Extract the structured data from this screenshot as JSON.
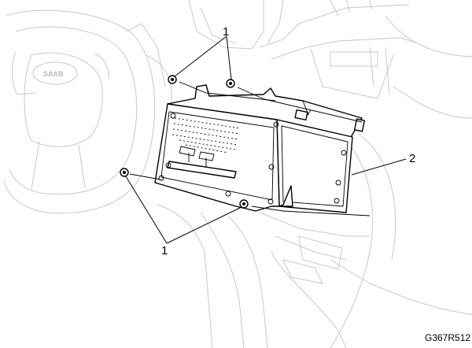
{
  "callouts": {
    "screws": "1",
    "module": "2"
  },
  "emblem": "SAAB",
  "figure_ref": "G367R512"
}
